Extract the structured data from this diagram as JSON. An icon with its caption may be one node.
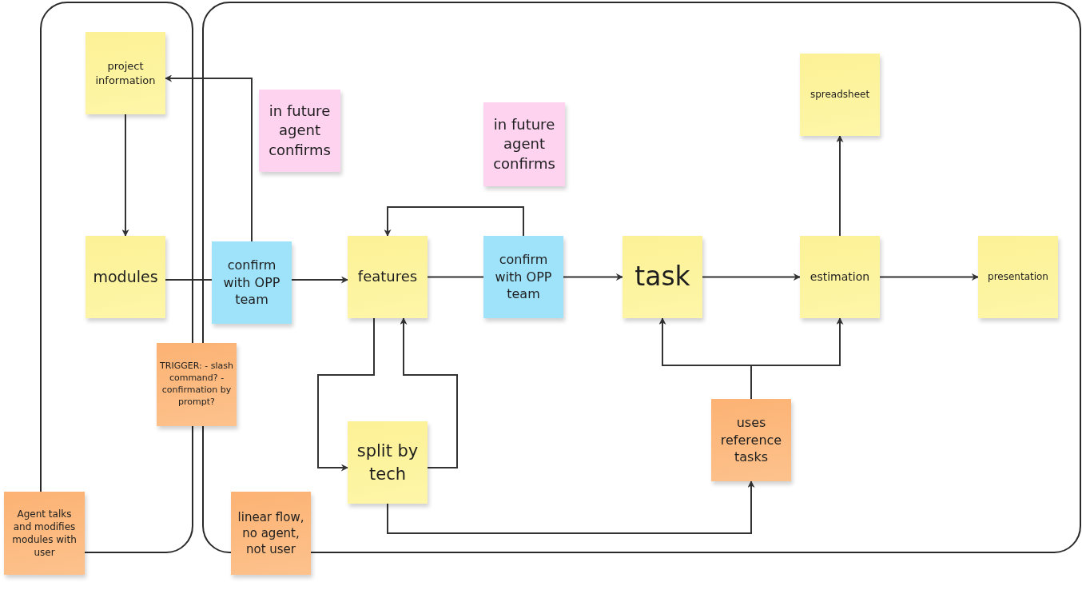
{
  "diagram": {
    "nodes": [
      {
        "text": [],
        "shape": "box"
      },
      {
        "text": [],
        "shape": "box"
      },
      {
        "text": [
          "project information"
        ],
        "in": 0
      },
      {
        "text": [
          "modules"
        ],
        "in": 0
      },
      {
        "text": [
          "confirm with OPP team"
        ],
        "in": 1
      },
      {
        "text": [
          "in future agent confirms"
        ],
        "in": 1
      },
      {
        "text": [
          "features"
        ],
        "in": 1
      },
      {
        "text": [
          "confirm with OPP team"
        ],
        "in": 1
      },
      {
        "text": [
          "in future agent confirms"
        ],
        "in": 1
      },
      {
        "text": [
          "task"
        ],
        "in": 1
      },
      {
        "text": [
          "spreadsheet"
        ],
        "in": 1
      },
      {
        "text": [
          "estimation"
        ],
        "in": 1
      },
      {
        "text": [
          "presentation"
        ],
        "in": 1
      },
      {
        "text": [
          "split by tech"
        ],
        "in": 1
      },
      {
        "text": [
          "uses reference tasks"
        ],
        "in": 1
      },
      {
        "text": [
          "TRIGGER: - slash command? - confirmation by prompt?"
        ]
      },
      {
        "text": [
          "Agent talks and modifies modules with user"
        ]
      },
      {
        "text": [
          "linear flow, no agent, not user"
        ]
      }
    ],
    "edges": [
      {
        "from": 3,
        "to": 4,
        "arrow": "none"
      },
      {
        "from": 4,
        "to": 6,
        "arrow": "to"
      },
      {
        "from": 4,
        "to": 2,
        "arrow": "to"
      },
      {
        "from": 2,
        "to": 3,
        "arrow": "to"
      },
      {
        "from": 6,
        "to": 7,
        "arrow": "none"
      },
      {
        "from": 7,
        "to": 9,
        "arrow": "to"
      },
      {
        "from": 7,
        "to": 6,
        "arrow": "to"
      },
      {
        "from": 6,
        "to": 13,
        "arrow": "to"
      },
      {
        "from": 13,
        "to": 6,
        "arrow": "to"
      },
      {
        "from": 13,
        "to": 14,
        "arrow": "to"
      },
      {
        "from": 14,
        "to": 9,
        "arrow": "to"
      },
      {
        "from": 14,
        "to": 11,
        "arrow": "to"
      },
      {
        "from": 9,
        "to": 11,
        "arrow": "to"
      },
      {
        "from": 11,
        "to": 12,
        "arrow": "to"
      },
      {
        "from": 11,
        "to": 10,
        "arrow": "to"
      }
    ]
  }
}
